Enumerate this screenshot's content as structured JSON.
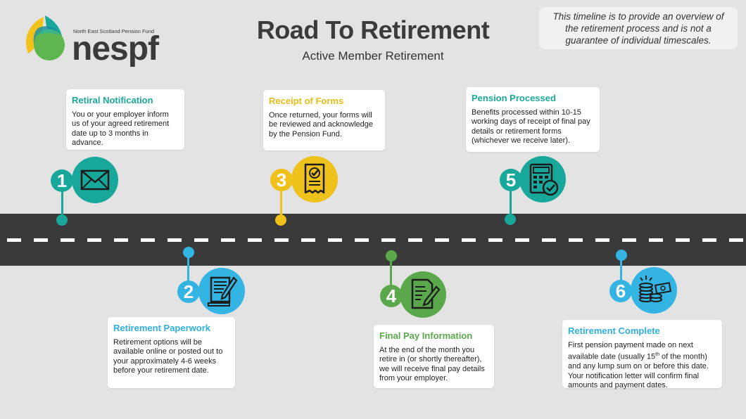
{
  "colors": {
    "teal": "#17a89b",
    "yellow": "#eec21b",
    "blue": "#33b4e2",
    "green": "#5aa84b",
    "road": "#3a3a3a",
    "background": "#e3e3e3"
  },
  "logo": {
    "small_text": "North East Scotland Pension Fund",
    "wordmark": "nespf"
  },
  "header": {
    "title": "Road To Retirement",
    "subtitle": "Active Member Retirement",
    "disclaimer": "This timeline is to provide an overview of the retirement process and is not a guarantee of individual timescales."
  },
  "steps": [
    {
      "number": "1",
      "title": "Retiral Notification",
      "text": "You or your employer inform us of your agreed retirement date up to 3 months in advance.",
      "icon": "envelope-icon",
      "color": "teal"
    },
    {
      "number": "2",
      "title": "Retirement Paperwork",
      "text": "Retirement options will be available online or posted out to your approximately 4-6 weeks before your retirement date.",
      "icon": "paperwork-icon",
      "color": "blue"
    },
    {
      "number": "3",
      "title": "Receipt of Forms",
      "text": "Once returned, your forms will be reviewed and acknowledge by the Pension Fund.",
      "icon": "checked-document-icon",
      "color": "yellow"
    },
    {
      "number": "4",
      "title": "Final Pay Information",
      "text": "At the end of the month you retire in (or shortly thereafter), we will receive final pay details from your employer.",
      "icon": "document-pen-icon",
      "color": "green"
    },
    {
      "number": "5",
      "title": "Pension Processed",
      "text": "Benefits processed within 10-15 working days of receipt of final pay details or retirement forms (whichever we receive later).",
      "icon": "calculator-check-icon",
      "color": "teal"
    },
    {
      "number": "6",
      "title": "Retirement Complete",
      "text_before": "First pension payment made on next available date (usually 15",
      "text_sup": "th",
      "text_after": " of the month) and any lump sum on or before this date. Your notification letter will confirm final amounts and payment dates.",
      "icon": "coins-cash-icon",
      "color": "blue"
    }
  ]
}
